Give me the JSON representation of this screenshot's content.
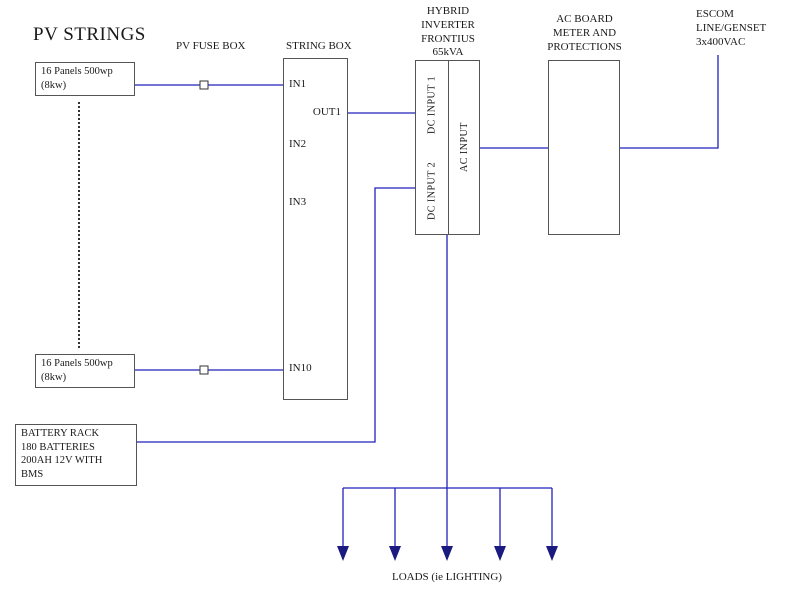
{
  "title": "PV STRINGS",
  "colors": {
    "wire": "#2222bb",
    "arrow": "#1a1a80",
    "box-border": "#555555",
    "text": "#1a1a1a"
  },
  "pv": {
    "panel_top": "16 Panels 500wp\n(8kw)",
    "panel_bottom": "16 Panels 500wp\n(8kw)"
  },
  "fuse_box": {
    "label": "PV FUSE BOX"
  },
  "string_box": {
    "label": "STRING BOX",
    "ports": {
      "in1": "IN1",
      "out1": "OUT1",
      "in2": "IN2",
      "in3": "IN3",
      "in10": "IN10"
    }
  },
  "inverter": {
    "label": "HYBRID\nINVERTER\nFRONTIUS\n65kVA",
    "dc_input_1": "DC INPUT 1",
    "dc_input_2": "DC INPUT 2",
    "ac_input": "AC INPUT"
  },
  "ac_board": {
    "label": "AC BOARD\nMETER AND\nPROTECTIONS"
  },
  "escom": {
    "label": "ESCOM\nLINE/GENSET\n3x400VAC"
  },
  "battery": {
    "label": "BATTERY RACK\n180 BATTERIES\n200AH 12V WITH\nBMS"
  },
  "loads": {
    "label": "LOADS (ie LIGHTING)"
  }
}
